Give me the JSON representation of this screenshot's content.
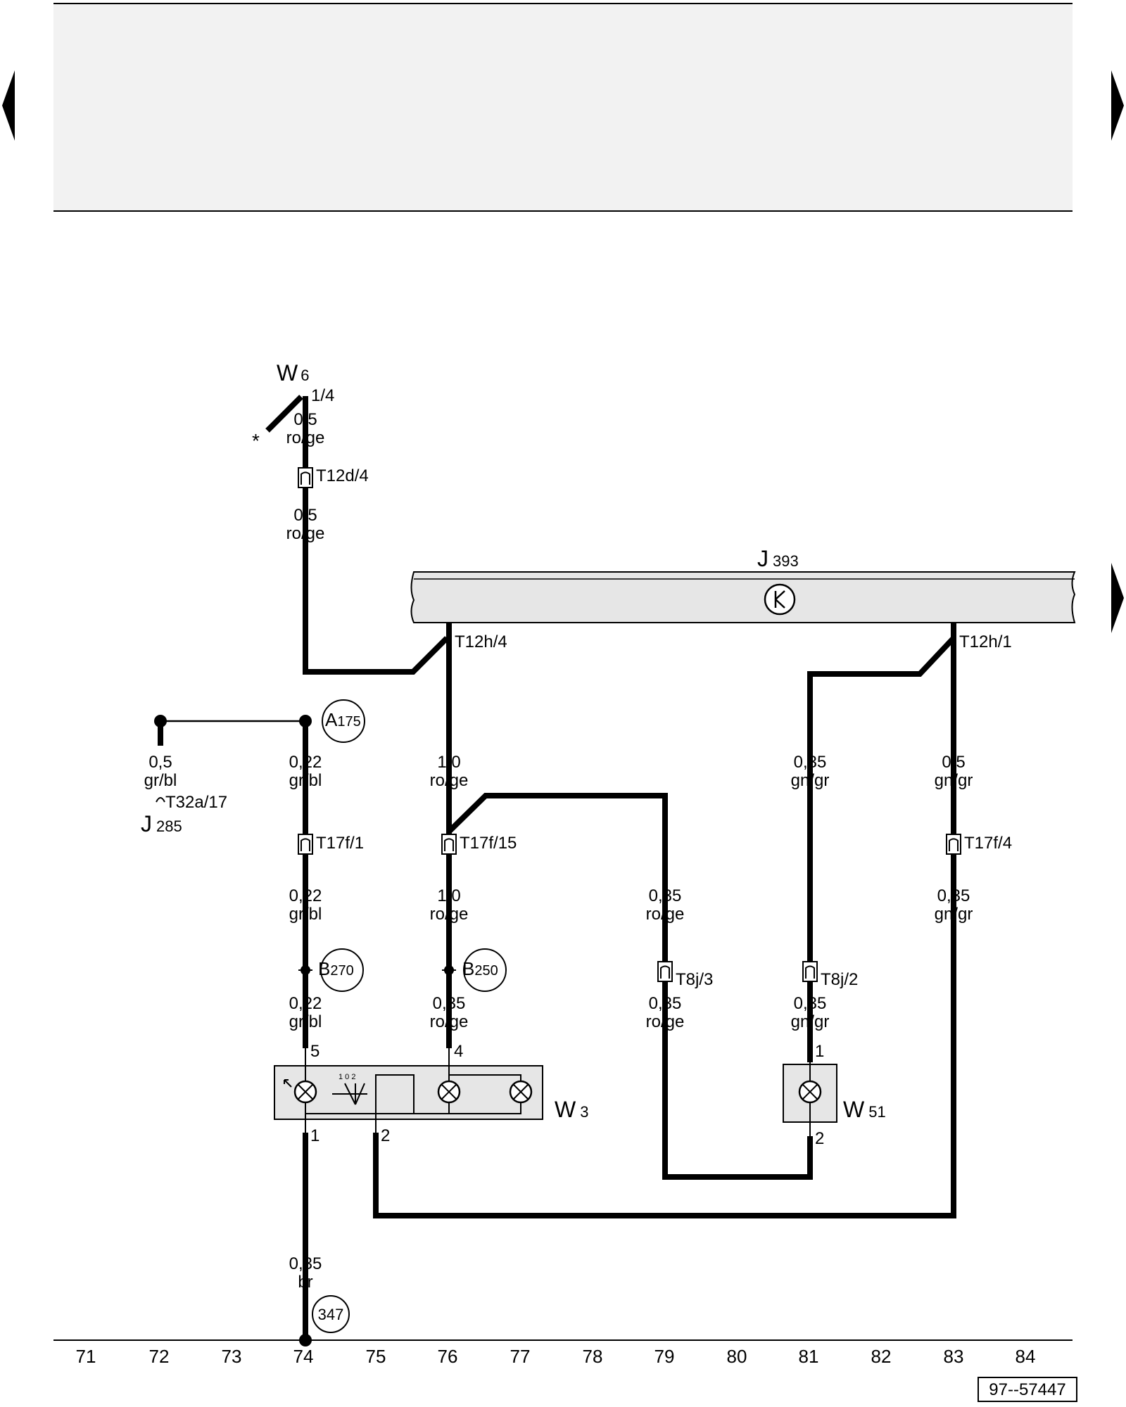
{
  "header": {
    "nav_prev": "previous-page",
    "nav_next": "next-page",
    "nav_continue": "continued-page"
  },
  "components": {
    "W6": {
      "letter": "W",
      "number": "6",
      "pin": "1/4",
      "note": "*"
    },
    "J393": {
      "letter": "J",
      "number": "393"
    },
    "J285": {
      "letter": "J",
      "number": "285",
      "connector": "T32a/17"
    },
    "W3": {
      "letter": "W",
      "number": "3",
      "pin_top_left": "5",
      "pin_top_right": "4",
      "pin_bottom_left": "1",
      "pin_bottom_right": "2",
      "switch_positions": "1 0 2"
    },
    "W51": {
      "letter": "W",
      "number": "51",
      "pin_top": "1",
      "pin_bottom": "2"
    }
  },
  "connectors": {
    "t12d": "T12d/4",
    "t12h4": "T12h/4",
    "t12h1": "T12h/1",
    "t17f1": "T17f/1",
    "t17f15": "T17f/15",
    "t17f4": "T17f/4",
    "t8j3": "T8j/3",
    "t8j2": "T8j/2"
  },
  "connections": {
    "a175": {
      "letter": "A",
      "number": "175"
    },
    "b270": {
      "letter": "B",
      "number": "270"
    },
    "b250": {
      "letter": "B",
      "number": "250"
    },
    "g347": {
      "number": "347"
    }
  },
  "wires": [
    {
      "id": "w6_a_size",
      "text": "0,5"
    },
    {
      "id": "w6_a_color",
      "text": "ro/ge"
    },
    {
      "id": "w6_b_size",
      "text": "0,5"
    },
    {
      "id": "w6_b_color",
      "text": "ro/ge"
    },
    {
      "id": "c72_size",
      "text": "0,5"
    },
    {
      "id": "c72_color",
      "text": "gr/bl"
    },
    {
      "id": "c74_a_size",
      "text": "0,22"
    },
    {
      "id": "c74_a_color",
      "text": "gr/bl"
    },
    {
      "id": "c74_b_size",
      "text": "0,22"
    },
    {
      "id": "c74_b_color",
      "text": "gr/bl"
    },
    {
      "id": "c74_c_size",
      "text": "0,22"
    },
    {
      "id": "c74_c_color",
      "text": "gr/bl"
    },
    {
      "id": "c76_a_size",
      "text": "1,0"
    },
    {
      "id": "c76_a_color",
      "text": "ro/ge"
    },
    {
      "id": "c76_b_size",
      "text": "1,0"
    },
    {
      "id": "c76_b_color",
      "text": "ro/ge"
    },
    {
      "id": "c76_c_size",
      "text": "0,35"
    },
    {
      "id": "c76_c_color",
      "text": "ro/ge"
    },
    {
      "id": "c79_a_size",
      "text": "0,35"
    },
    {
      "id": "c79_a_color",
      "text": "ro/ge"
    },
    {
      "id": "c79_b_size",
      "text": "0,35"
    },
    {
      "id": "c79_b_color",
      "text": "ro/ge"
    },
    {
      "id": "c81_a_size",
      "text": "0,35"
    },
    {
      "id": "c81_a_color",
      "text": "gn/gr"
    },
    {
      "id": "c81_b_size",
      "text": "0,35"
    },
    {
      "id": "c81_b_color",
      "text": "gn/gr"
    },
    {
      "id": "c83_a_size",
      "text": "0,5"
    },
    {
      "id": "c83_a_color",
      "text": "gn/gr"
    },
    {
      "id": "c83_b_size",
      "text": "0,35"
    },
    {
      "id": "c83_b_color",
      "text": "gn/gr"
    },
    {
      "id": "c74_gnd_size",
      "text": "0,35"
    },
    {
      "id": "c74_gnd_color",
      "text": "br"
    }
  ],
  "columns": [
    "71",
    "72",
    "73",
    "74",
    "75",
    "76",
    "77",
    "78",
    "79",
    "80",
    "81",
    "82",
    "83",
    "84"
  ],
  "footer": {
    "doc_number": "97--57447"
  }
}
